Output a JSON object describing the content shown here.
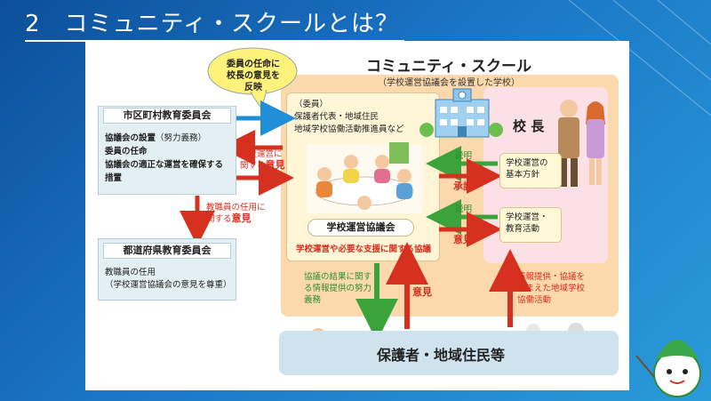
{
  "slide": {
    "title": "2　コミュニティ・スクールとは？"
  },
  "bubble": {
    "line1": "委員の任命に",
    "line2": "校長の意見を",
    "line3": "反映"
  },
  "community_school": {
    "title": "コミュニティ・スクール",
    "subtitle": "（学校運営協議会を設置した学校）"
  },
  "council": {
    "members_heading": "（委員）",
    "members_line1": "保護者代表・地域住民",
    "members_line2": "地域学校協働活動推進員など",
    "label": "学校運営協議会",
    "note": "学校運営や必要な支援に関する協議"
  },
  "principal": {
    "label": "校 長",
    "basic_policy_line1": "学校運営の",
    "basic_policy_line2": "基本方針",
    "edu_line1": "学校運営・",
    "edu_line2": "教育活動"
  },
  "board_municipal": {
    "title": "市区町村教育委員会",
    "line1_bold": "協議会の設置",
    "line1_light": "（努力義務）",
    "line2": "委員の任命",
    "line3": "協議会の適正な運営を確保する",
    "line4": "措置"
  },
  "board_prefecture": {
    "title": "都道府県教育委員会",
    "line1": "教職員の任用",
    "line2": "（学校運営協議会の意見を尊重）"
  },
  "residents": {
    "label": "保護者・地域住民等"
  },
  "arrows": {
    "school_ops_small1": "学校運営に",
    "school_ops_small2": "関する",
    "school_ops_big": "意見",
    "staff_small1": "教職員の任用に",
    "staff_small2": "関する",
    "staff_big": "意見",
    "explain1": "説明",
    "approve": "承認",
    "explain2": "説明",
    "opinion_right": "意見",
    "green_line1": "協議の結果に関す",
    "green_line2": "る情報提供の努力",
    "green_line3": "義務",
    "opinion_up": "意見",
    "right_line1": "情報提供・協議を",
    "right_line2": "踏まえた地域学校",
    "right_line3": "協働活動"
  },
  "colors": {
    "background": "#1a76c6",
    "school_region": "#fbd9ad",
    "principal_area": "#fbe0e6",
    "council_box": "#fff6d8",
    "board_box": "#e4eff3",
    "residents_band": "#cfe3ef",
    "arrow_blue": "#1f8fd8",
    "arrow_red": "#d6301e",
    "arrow_green": "#3aa33a"
  }
}
